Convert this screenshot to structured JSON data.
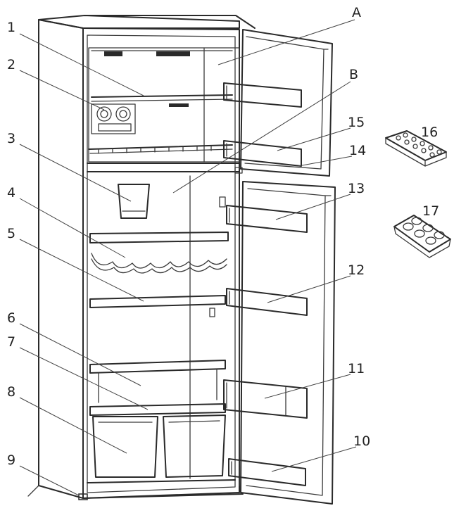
{
  "diagram": {
    "background_color": "#ffffff",
    "line_color": "#2a2a2a",
    "callouts": [
      {
        "id": "A",
        "label": "A"
      },
      {
        "id": "B",
        "label": "B"
      },
      {
        "id": "1",
        "label": "1"
      },
      {
        "id": "2",
        "label": "2"
      },
      {
        "id": "3",
        "label": "3"
      },
      {
        "id": "4",
        "label": "4"
      },
      {
        "id": "5",
        "label": "5"
      },
      {
        "id": "6",
        "label": "6"
      },
      {
        "id": "7",
        "label": "7"
      },
      {
        "id": "8",
        "label": "8"
      },
      {
        "id": "9",
        "label": "9"
      },
      {
        "id": "10",
        "label": "10"
      },
      {
        "id": "11",
        "label": "11"
      },
      {
        "id": "12",
        "label": "12"
      },
      {
        "id": "13",
        "label": "13"
      },
      {
        "id": "14",
        "label": "14"
      },
      {
        "id": "15",
        "label": "15"
      },
      {
        "id": "16",
        "label": "16"
      },
      {
        "id": "17",
        "label": "17"
      }
    ]
  }
}
